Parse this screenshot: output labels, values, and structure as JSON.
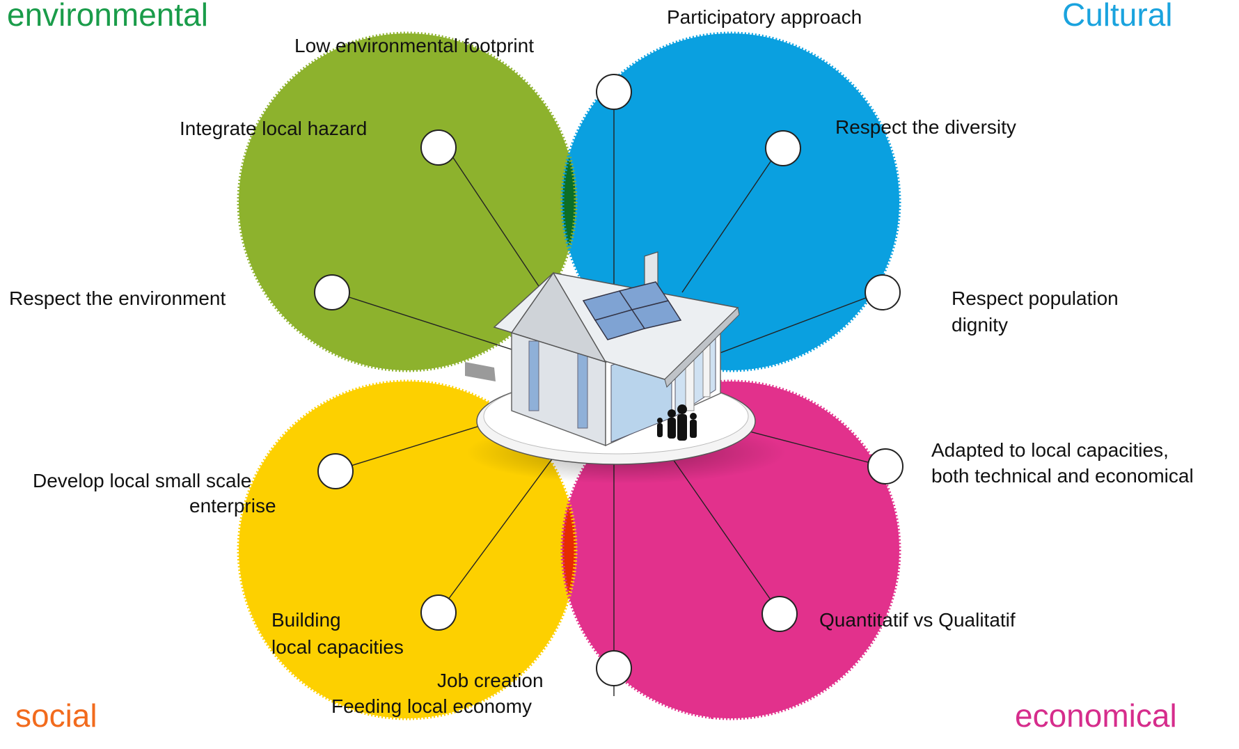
{
  "categories": {
    "environmental": {
      "label": "environmental",
      "color": "#1a9c4a"
    },
    "cultural": {
      "label": "Cultural",
      "color": "#1aa3de"
    },
    "social": {
      "label": "social",
      "color": "#f26b1d"
    },
    "economical": {
      "label": "economical",
      "color": "#d62d8c"
    }
  },
  "circle_colors": {
    "environmental": "#8db22d",
    "cultural": "#0aa0e0",
    "social": "#fdd000",
    "economical": "#e2318c",
    "env_cultural": "#0b6e26",
    "env_social": "#8c8c00",
    "cultural_economical": "#001a78",
    "social_economical": "#e62b00"
  },
  "labels": {
    "participatory": "Participatory approach",
    "low_footprint": "Low environmental footprint",
    "integrate_hazard": "Integrate local hazard",
    "respect_diversity": "Respect the diversity",
    "respect_environment": "Respect the environment",
    "population_dignity_1": "Respect population",
    "population_dignity_2": "dignity",
    "develop_enterprise_1": "Develop local small scale",
    "develop_enterprise_2": "enterprise",
    "adapted_capacities_1": "Adapted to local capacities,",
    "adapted_capacities_2": "both technical and economical",
    "building_capacities_1": "Building",
    "building_capacities_2": "local capacities",
    "job_creation_1": "Job creation",
    "job_creation_2": "Feeding local economy",
    "quantitatif": "Quantitatif vs Qualitatif"
  }
}
